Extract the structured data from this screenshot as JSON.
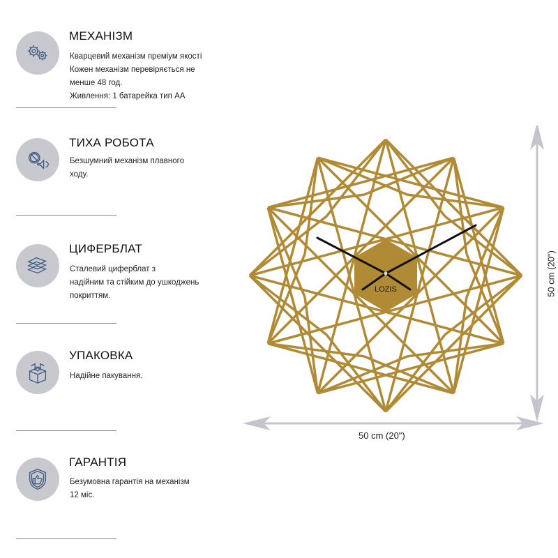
{
  "features": [
    {
      "title": "МЕХАНІЗМ",
      "icon": "gears-icon",
      "lines": [
        "Кварцевий механізм преміум якості",
        "Кожен механізм перевіряється не",
        "менше 48 год.",
        "Живлення: 1 батарейка тип АА"
      ]
    },
    {
      "title": "ТИХА РОБОТА",
      "icon": "silent-speaker-icon",
      "lines": [
        "Безшумний механізм плавного",
        "ходу."
      ]
    },
    {
      "title": "ЦИФЕРБЛАТ",
      "icon": "layers-icon",
      "lines": [
        "Сталевий циферблат з",
        "надійним та стійким до ушкоджень",
        "покриттям."
      ]
    },
    {
      "title": "УПАКОВКА",
      "icon": "box-icon",
      "lines": [
        "Надійне пакування."
      ]
    },
    {
      "title": "ГАРАНТІЯ",
      "icon": "shield-thumbs-up-icon",
      "lines": [
        "Безумовна гарантія на механізм",
        "12 міс."
      ]
    }
  ],
  "product": {
    "brand": "LOZIS",
    "width_label": "50 cm (20\")",
    "height_label": "50 cm (20\")",
    "gold_color": "#b08a35",
    "icon_color": "#3d5a80",
    "arrow_color": "#c4c5cc"
  }
}
